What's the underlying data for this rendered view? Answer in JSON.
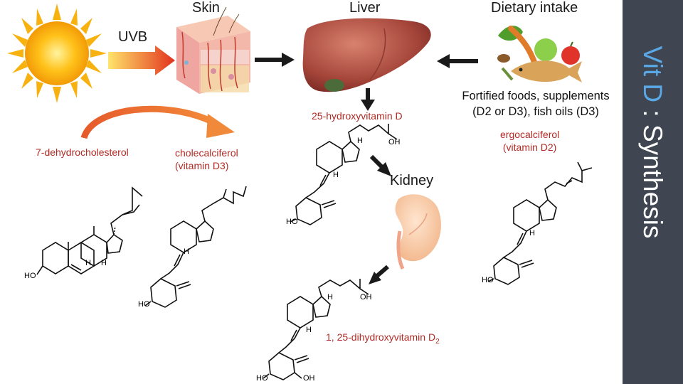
{
  "sidebar": {
    "title_accent": "Vit D",
    "title_rest": " : Synthesis",
    "accent_color": "#5aa9e6",
    "bg_color": "#3f4651"
  },
  "labels": {
    "skin": "Skin",
    "liver": "Liver",
    "dietary": "Dietary intake",
    "uvb": "UVB",
    "kidney": "Kidney",
    "fortified_line1": "Fortified foods, supplements",
    "fortified_line2": "(D2 or D3), fish oils (D3)",
    "hydroxy25": "25-hydroxyvitamin D",
    "dehydro": "7-dehydrocholesterol",
    "chole_line1": "cholecalciferol",
    "chole_line2": "(vitamin D3)",
    "ergo_line1": "ergocalciferol",
    "ergo_line2": "(vitamin D2)",
    "dihydroxy": "1, 25-dihydroxyvitamin D",
    "dihydroxy_sub": "2"
  },
  "atoms": {
    "ho": "HO",
    "oh": "OH",
    "h": "H"
  },
  "icons": [
    "sun-icon",
    "skin-icon",
    "liver-icon",
    "food-icon",
    "kidney-icon"
  ],
  "colors": {
    "label_red": "#b22a24",
    "arrow": "#1a1a1a"
  }
}
